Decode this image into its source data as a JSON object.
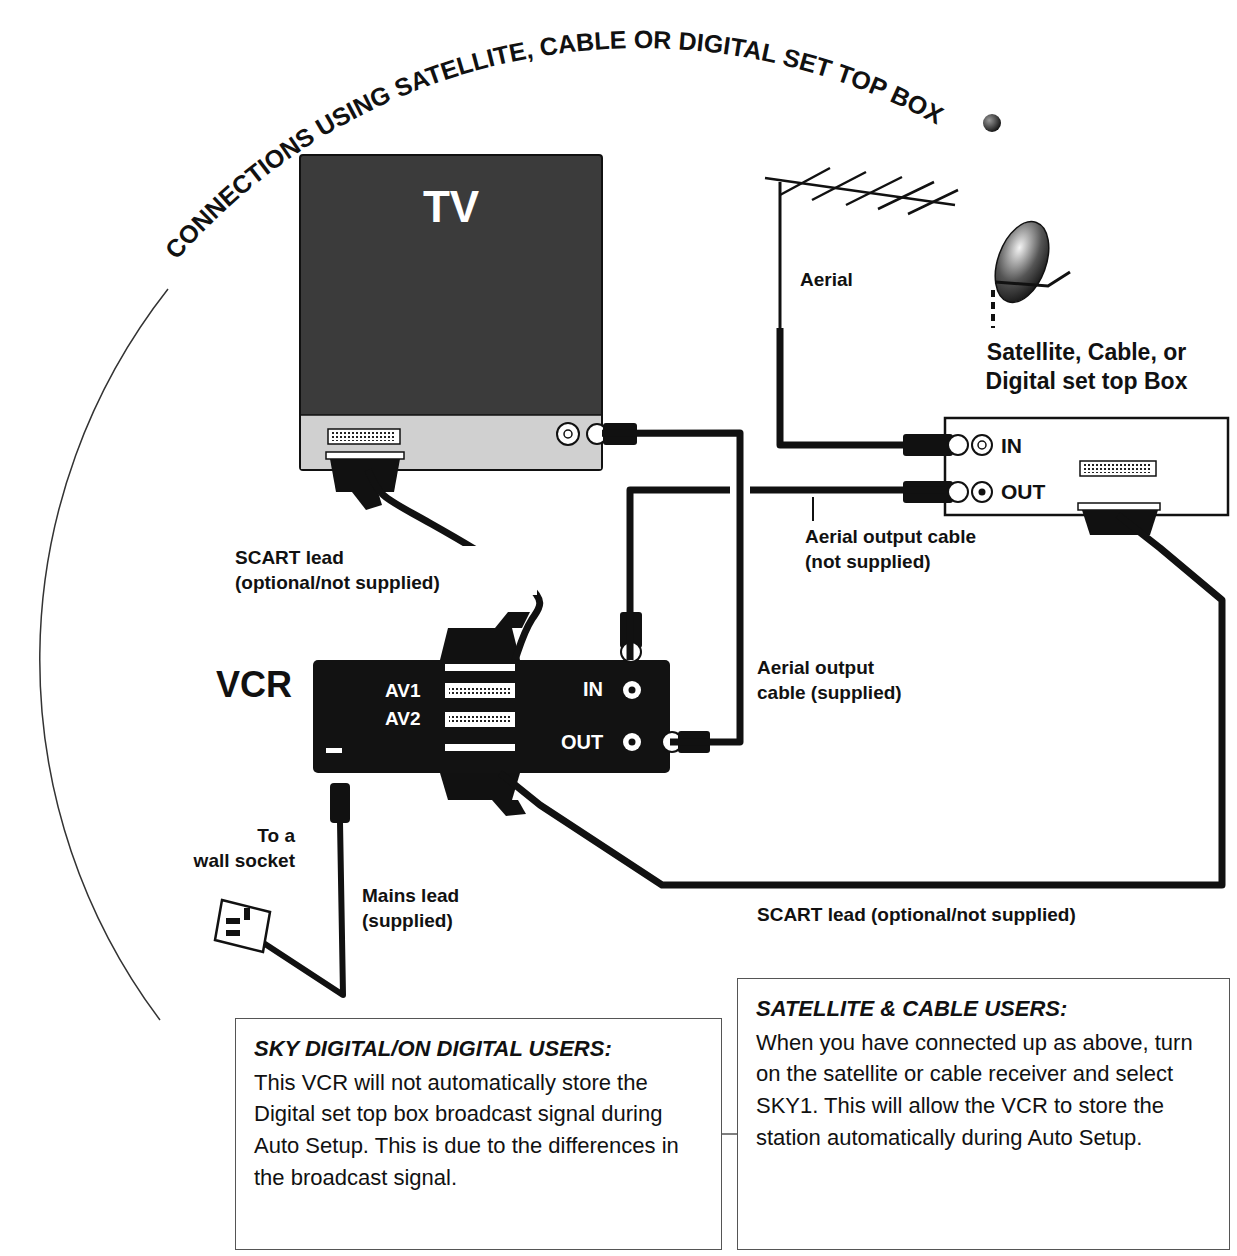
{
  "diagram": {
    "title": "CONNECTIONS USING SATELLITE, CABLE OR DIGITAL SET TOP BOX",
    "nodes": [
      {
        "text": [
          "TV"
        ]
      },
      {
        "text": [
          "Satellite, Cable, or Digital set top Box",
          "IN",
          "OUT"
        ]
      },
      {
        "text": [
          "VCR",
          "AV1",
          "AV2",
          "IN",
          "OUT"
        ]
      },
      {
        "text": [
          "SKY DIGITAL/ON DIGITAL USERS:",
          "This VCR will not automatically store the Digital set top box broadcast signal during Auto Setup. This is due to the differences in the broadcast signal."
        ]
      },
      {
        "text": [
          "SATELLITE & CABLE USERS:",
          "When you have connected up as above, turn on the satellite or cable receiver and select SKY1. This will allow the VCR to store the station automatically during Auto Setup."
        ]
      }
    ],
    "edges": [
      {
        "from": 2,
        "to": 0,
        "label": "SCART lead (optional/not supplied)",
        "arrow": "none"
      },
      {
        "from": 2,
        "to": 0,
        "label": "Aerial output cable (supplied)",
        "arrow": "none"
      },
      {
        "from": 1,
        "to": 2,
        "label": "Aerial output cable (not supplied)",
        "arrow": "none"
      },
      {
        "from": 1,
        "to": 2,
        "label": "SCART lead (optional/not supplied)",
        "arrow": "none"
      },
      {
        "from": 3,
        "to": 4,
        "arrow": "none"
      }
    ],
    "labels": [
      "Aerial",
      "To a wall socket",
      "Mains lead (supplied)"
    ]
  }
}
